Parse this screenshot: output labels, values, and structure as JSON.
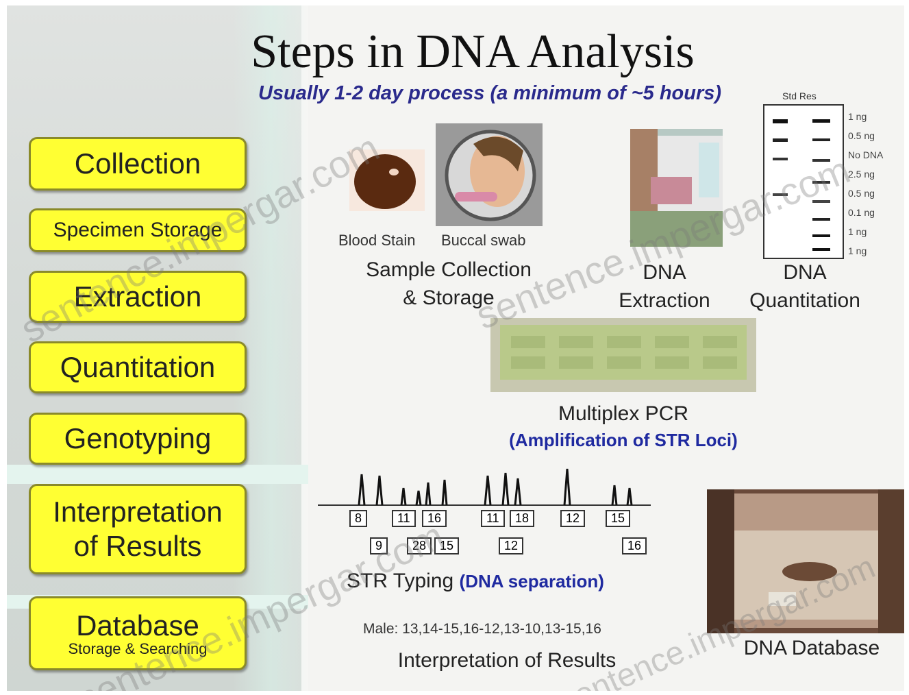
{
  "title": "Steps in DNA Analysis",
  "subtitle": "Usually 1-2 day process (a minimum of ~5 hours)",
  "steps": [
    {
      "label": "Collection"
    },
    {
      "label": "Specimen Storage"
    },
    {
      "label": "Extraction"
    },
    {
      "label": "Quantitation"
    },
    {
      "label": "Genotyping"
    },
    {
      "label": "Interpretation of Results"
    },
    {
      "label": "Database",
      "sublabel": "Storage & Searching"
    }
  ],
  "sample": {
    "blood_label": "Blood Stain",
    "buccal_label": "Buccal swab",
    "caption_line1": "Sample Collection",
    "caption_line2": "& Storage"
  },
  "extraction": {
    "caption_line1": "DNA",
    "caption_line2": "Extraction"
  },
  "quantitation": {
    "caption_line1": "DNA",
    "caption_line2": "Quantitation",
    "gel_header": "Std Res",
    "ladder_labels": [
      "1 ng",
      "0.5 ng",
      "No DNA",
      "2.5 ng",
      "0.5 ng",
      "0.1 ng",
      "1 ng",
      "1 ng"
    ]
  },
  "pcr": {
    "caption_line1": "Multiplex PCR",
    "caption_line2": "(Amplification of STR Loci)"
  },
  "str": {
    "caption_main": "STR Typing",
    "caption_paren": "(DNA separation)",
    "upper_boxes": [
      "8",
      "11",
      "16",
      "11",
      "18",
      "12",
      "15"
    ],
    "lower_boxes": [
      "9",
      "28",
      "15",
      "12",
      "16"
    ]
  },
  "interpretation": {
    "profile": "Male: 13,14-15,16-12,13-10,13-15,16",
    "caption": "Interpretation of Results"
  },
  "database": {
    "caption": "DNA Database"
  },
  "watermark": "sentence.impergar.com",
  "colors": {
    "step_fill": "#ffff33",
    "blue_text": "#1f2aa0",
    "title": "#111111"
  }
}
